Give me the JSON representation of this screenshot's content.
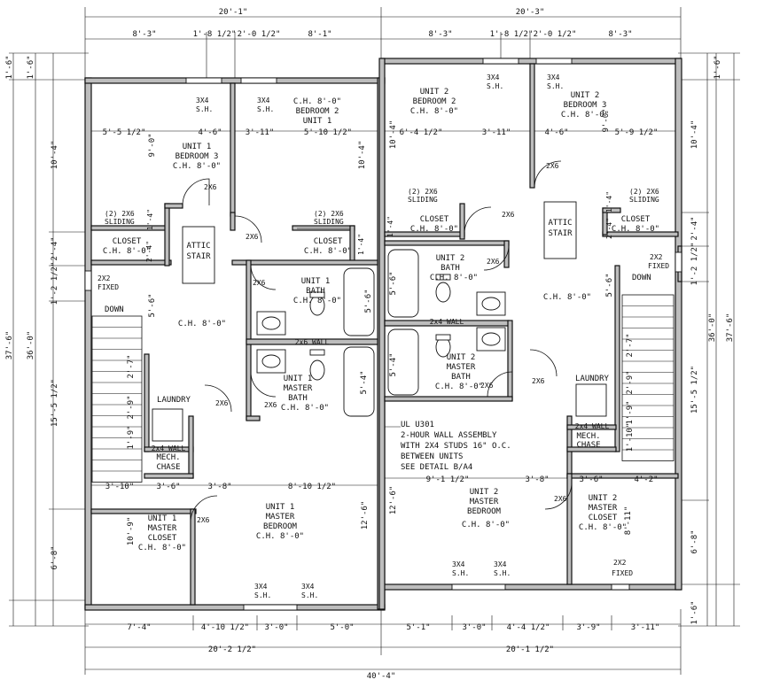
{
  "dims_top": [
    "20'-1\"",
    "20'-3\"",
    "8'-3\"",
    "1'-8 1/2\"",
    "2'-0 1/2\"",
    "8'-1\"",
    "8'-3\"",
    "1'-8 1/2\"",
    "2'-0 1/2\"",
    "8'-3\""
  ],
  "dims_left": [
    "1'-6\"",
    "1'-6\"",
    "10'-4\"",
    "2'-4\"",
    "1'-2 1/2\"",
    "15'-5 1/2\"",
    "6'-8\"",
    "36'-0\"",
    "37'-6\""
  ],
  "dims_right": [
    "1'-6\"",
    "1'-6\"",
    "10'-4\"",
    "2'-4\"",
    "1'-2 1/2\"",
    "15'-5 1/2\"",
    "6'-8\"",
    "36'-0\"",
    "37'-6\""
  ],
  "dims_bottom": [
    "7'-4\"",
    "4'-10 1/2\"",
    "3'-0\"",
    "5'-0\"",
    "5'-1\"",
    "3'-0\"",
    "4'-4 1/2\"",
    "3'-9\"",
    "3'-11\"",
    "20'-2 1/2\"",
    "20'-1 1/2\"",
    "40'-4\""
  ],
  "dims_interior": [
    "5'-5 1/2\"",
    "4'-6\"",
    "3'-11\"",
    "5'-10 1/2\"",
    "9'-0\"",
    "10'-4\"",
    "6'-4 1/2\"",
    "3'-11\"",
    "4'-6\"",
    "5'-9 1/2\"",
    "9'-0\"",
    "10'-4\"",
    "5'-6\"",
    "5'-6\"",
    "5'-6\"",
    "5'-4\"",
    "5'-6\"",
    "5'-4\"",
    "2'-7\"",
    "2'-9\"",
    "1'-9\"",
    "2'-7\"",
    "2'-9\"",
    "1'-9\"",
    "1'-10\"",
    "3'-10\"",
    "3'-6\"",
    "3'-8\"",
    "8'-10 1/2\"",
    "12'-6\"",
    "3'-8\"",
    "3'-6\"",
    "4'-2\"",
    "9'-1 1/2\"",
    "12'-6\"",
    "10'-9\"",
    "8'-11\"",
    "1'-4\"",
    "1'-4\"",
    "2'-4\"",
    "1'-4\"",
    "1'-4\"",
    "2'-4\""
  ],
  "rooms": [
    {
      "id": "u1-bed3",
      "lines": [
        "UNIT 1",
        "BEDROOM 3",
        "C.H. 8'-0\""
      ]
    },
    {
      "id": "u1-bed2",
      "lines": [
        "C.H. 8'-0\"",
        "BEDROOM 2",
        "UNIT 1"
      ]
    },
    {
      "id": "u2-bed2",
      "lines": [
        "UNIT 2",
        "BEDROOM 2",
        "C.H. 8'-0\""
      ]
    },
    {
      "id": "u2-bed3",
      "lines": [
        "UNIT 2",
        "BEDROOM 3",
        "C.H. 8'-0\""
      ]
    },
    {
      "id": "u1-closet-a",
      "lines": [
        "CLOSET",
        "C.H. 8'-0\""
      ]
    },
    {
      "id": "u1-closet-b",
      "lines": [
        "CLOSET",
        "C.H. 8'-0\""
      ]
    },
    {
      "id": "u2-closet-a",
      "lines": [
        "CLOSET",
        "C.H. 8'-0\""
      ]
    },
    {
      "id": "u2-closet-b",
      "lines": [
        "CLOSET",
        "C.H. 8'-0\""
      ]
    },
    {
      "id": "u1-attic",
      "lines": [
        "ATTIC",
        "STAIR"
      ]
    },
    {
      "id": "u2-attic",
      "lines": [
        "ATTIC",
        "STAIR"
      ]
    },
    {
      "id": "u1-bath",
      "lines": [
        "UNIT 1",
        "BATH",
        "C.H. 8'-0\""
      ]
    },
    {
      "id": "u2-bath",
      "lines": [
        "UNIT 2",
        "BATH",
        "C.H. 8'-0\""
      ]
    },
    {
      "id": "u1-hall",
      "lines": [
        "C.H. 8'-0\""
      ]
    },
    {
      "id": "u2-hall",
      "lines": [
        "C.H. 8'-0\""
      ]
    },
    {
      "id": "u1-mbath",
      "lines": [
        "UNIT 1",
        "MASTER",
        "BATH",
        "C.H. 8'-0\""
      ]
    },
    {
      "id": "u2-mbath",
      "lines": [
        "UNIT 2",
        "MASTER",
        "BATH",
        "C.H. 8'-0\""
      ]
    },
    {
      "id": "u1-laundry",
      "lines": [
        "LAUNDRY"
      ]
    },
    {
      "id": "u2-laundry",
      "lines": [
        "LAUNDRY"
      ]
    },
    {
      "id": "u1-mech",
      "lines": [
        "MECH.",
        "CHASE"
      ]
    },
    {
      "id": "u2-mech",
      "lines": [
        "MECH.",
        "CHASE"
      ]
    },
    {
      "id": "u1-mbed",
      "lines": [
        "UNIT 1",
        "MASTER",
        "BEDROOM",
        "C.H. 8'-0\""
      ]
    },
    {
      "id": "u2-mbed",
      "lines": [
        "UNIT 2",
        "MASTER",
        "BEDROOM",
        "C.H. 8'-0\""
      ]
    },
    {
      "id": "u1-mcloset",
      "lines": [
        "UNIT 1",
        "MASTER",
        "CLOSET",
        "C.H. 8'-0\""
      ]
    },
    {
      "id": "u2-mcloset",
      "lines": [
        "UNIT 2",
        "MASTER",
        "CLOSET",
        "C.H. 8'-0\""
      ]
    }
  ],
  "labels_misc": {
    "down": "DOWN",
    "wall_2x6": "2x6 WALL",
    "wall_2x4": "2x4 WALL",
    "sliding": "(2) 2X6",
    "sliding2": "SLIDING",
    "fixed_2x2": "2X2",
    "fixed": "FIXED",
    "door_2x6": "2X6",
    "window_3x4": "3X4",
    "sh": "S.H."
  },
  "note_lines": [
    "UL U301",
    "2-HOUR WALL ASSEMBLY",
    "WITH 2X4 STUDS 16\" O.C.",
    "BETWEEN UNITS",
    "SEE DETAIL B/A4"
  ]
}
